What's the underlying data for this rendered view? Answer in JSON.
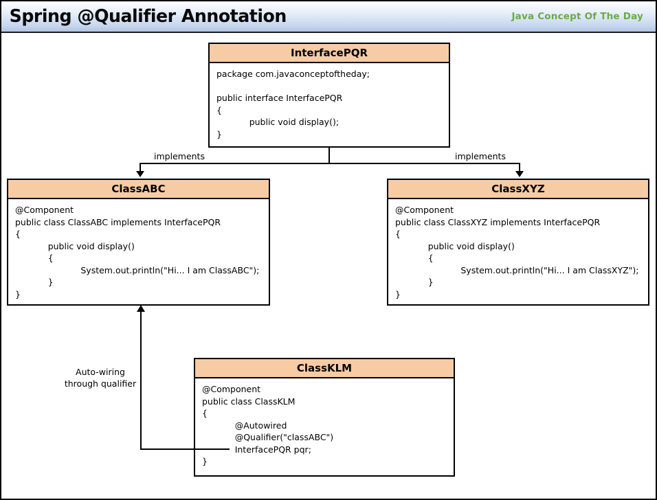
{
  "header": {
    "title": "Spring @Qualifier Annotation",
    "brand": "Java Concept Of The Day",
    "brand_color": "#6CA947"
  },
  "colors": {
    "node_header_bg": "#F7CBA4",
    "node_border": "#000000",
    "connector": "#000000"
  },
  "nodes": {
    "interface_pqr": {
      "title": "InterfacePQR",
      "code": "package com.javaconceptoftheday;\n\npublic interface InterfacePQR\n{\n\tpublic void display();\n}"
    },
    "class_abc": {
      "title": "ClassABC",
      "code": "@Component\npublic class ClassABC implements InterfacePQR\n{\n\tpublic void display()\n\t{\n\t\tSystem.out.println(\"Hi... I am ClassABC\");\n\t}\n}"
    },
    "class_xyz": {
      "title": "ClassXYZ",
      "code": "@Component\npublic class ClassXYZ implements InterfacePQR\n{\n\tpublic void display()\n\t{\n\t\tSystem.out.println(\"Hi... I am ClassXYZ\");\n\t}\n}"
    },
    "class_klm": {
      "title": "ClassKLM",
      "code": "@Component\npublic class ClassKLM\n{\n\t@Autowired\n\t@Qualifier(\"classABC\")\n\tInterfacePQR pqr;\n}"
    }
  },
  "labels": {
    "implements_left": "implements",
    "implements_right": "implements",
    "autowiring": "Auto-wiring\nthrough qualifier"
  }
}
